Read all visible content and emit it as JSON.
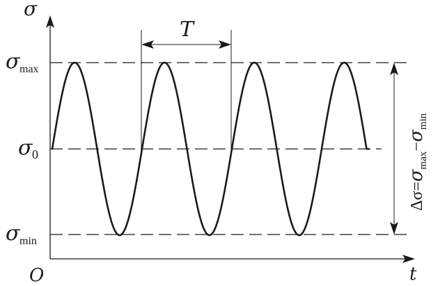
{
  "diagram": {
    "axis_labels": {
      "y_symbol": "σ",
      "x_symbol": "t",
      "origin": "O"
    },
    "levels": {
      "max": {
        "symbol": "σ",
        "subscript": "max"
      },
      "mean": {
        "symbol": "σ",
        "subscript": "0"
      },
      "min": {
        "symbol": "σ",
        "subscript": "min"
      }
    },
    "period_label": "T",
    "range_label": {
      "delta": "Δσ",
      "equals": "=",
      "max_symbol": "σ",
      "max_sub": "max",
      "minus": "−",
      "min_symbol": "σ",
      "min_sub": "min"
    },
    "wave": {
      "cycles": 3.5,
      "start_phase": "mean-rising"
    },
    "colors": {
      "ink": "#1a1a1a",
      "background": "#ffffff"
    }
  }
}
